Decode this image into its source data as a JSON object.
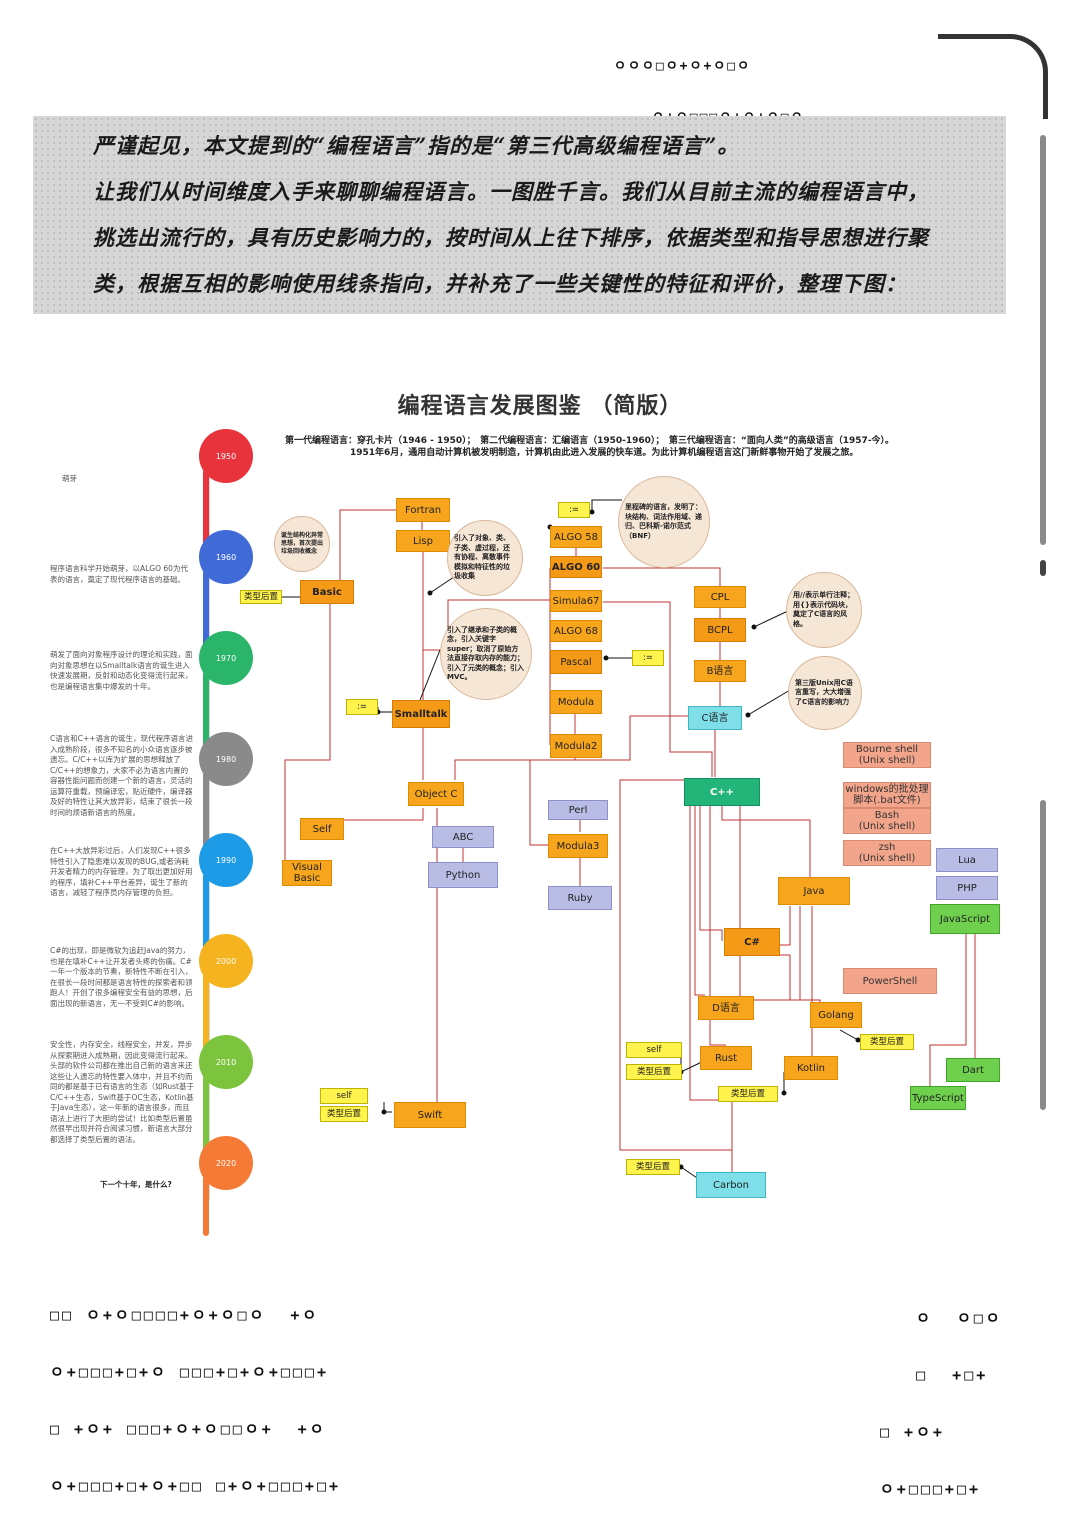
{
  "intro": {
    "lines": [
      "严谨起见，本文提到的“编程语言”指的是“第三代高级编程语言”。",
      "让我们从时间维度入手来聊聊编程语言。一图胜千言。我们从目前主流的编程语言中，",
      "挑选出流行的，具有历史影响力的，按时间从上往下排序，依据类型和指导思想进行聚",
      "类，根据互相的影响使用线条指向，并补充了一些关键性的特征和评价，整理下图："
    ]
  },
  "diagram": {
    "title": "编程语言发展图鉴 （简版）",
    "subtitle_line1": "第一代编程语言：穿孔卡片（1946 - 1950）；　第二代编程语言：汇编语言（1950-1960）；　第三代编程语言：“面向人类”的高级语言（1957-今）。",
    "subtitle_line2": "1951年6月，通用自动计算机被发明制造，计算机由此进入发展的快车道。为此计算机编程语言这门新鲜事物开始了发展之旅。",
    "years": [
      {
        "label": "1950",
        "color": "#e8323c"
      },
      {
        "label": "1960",
        "color": "#3f6ad8"
      },
      {
        "label": "1970",
        "color": "#2bb56a"
      },
      {
        "label": "1980",
        "color": "#8a8a8a"
      },
      {
        "label": "1990",
        "color": "#1d9be6"
      },
      {
        "label": "2000",
        "color": "#f5b41f"
      },
      {
        "label": "2010",
        "color": "#7cc43e"
      },
      {
        "label": "2020",
        "color": "#f57a35"
      }
    ],
    "eras": [
      "萌芽",
      "程序语言科学开始萌芽，以ALGO 60为代表的语言，奠定了现代程序语言的基础。",
      "萌发了面向对象程序设计的理论和实践，面向对象思想在以Smalltalk语言的诞生进入快速发展期，反射和动态化变得流行起来，也是编程语言集中爆发的十年。",
      "C语言和C++语言的诞生，现代程序语言进入成熟阶段，很多不知名的小众语言逐步被遗忘。C/C++以库为扩展的思想释放了C/C++的想象力，大家不必为语言内置的容器性能问题而创建一个新的语言，灵活的运算符重载，预编译宏，贴近硬件，编译器及好的特性让其大放异彩，结束了很长一段时间的烦语新语言的热度。",
      "在C++大放异彩过后，人们发现C++很多特性引入了隐患难以发现的BUG,或者消耗开发者精力的内存管理，为了取出更加好用的程序，填补C++平台差异，诞生了新的语言，减轻了程序员内存管理的负担。",
      "C#的出现，即是微软为追赶Java的努力，也是在填补C++让开发者头疼的伤痛。C#一年一个版本的节奏，新特性不断在引入，在很长一段时间都是语言特性的探索者和领跑人！开创了很多编程安全有益的思想，后面出现的新语言，无一不受到C#的影响。",
      "安全性，内存安全，线程安全，并发，异步从探索期进入成熟期，因此变得流行起来。头部的软件公司都在推出自己新的语言来还这些让人遗忘的特性要入体中，并且不约而同的都是基于已有语言的生态（如Rust基于C/C++生态，Swift基于OC生态，Kotlin基于Java生态），这一年新的语言很多，而且语法上进行了大胆的尝试！比如类型后置虽然很早出现并符合阅读习惯，新语言大部分都选择了类型后置的语法。",
      "下一个十年，是什么?"
    ],
    "nodes": {
      "fortran": "Fortran",
      "lisp": "Lisp",
      "basic": "Basic",
      "type_post_basic": "类型后置",
      "algo58": "ALGO 58",
      "algo60": "ALGO 60",
      "simula67": "Simula67",
      "algo68": "ALGO 68",
      "pascal": "Pascal",
      "modula": "Modula",
      "modula2": "Modula2",
      "assign_algo": ":=",
      "assign_pascal": ":=",
      "assign_smalltalk": ":=",
      "smalltalk": "Smalltalk",
      "cpl": "CPL",
      "bcpl": "BCPL",
      "b": "B语言",
      "c": "C语言",
      "bourne": "Bourne shell\n(Unix shell)",
      "windows_bat": "windows的批处理\n脚本(.bat文件)",
      "bash": "Bash\n(Unix shell)",
      "zsh": "zsh\n(Unix shell)",
      "powershell": "PowerShell",
      "objc": "Object C",
      "self": "Self",
      "vb": "Visual\nBasic",
      "abc": "ABC",
      "python": "Python",
      "perl": "Perl",
      "modula3": "Modula3",
      "ruby": "Ruby",
      "cpp": "C++",
      "java": "Java",
      "csharp": "C#",
      "d": "D语言",
      "golang": "Golang",
      "type_post_go": "类型后置",
      "rust": "Rust",
      "self_rust": "self",
      "type_post_rust": "类型后置",
      "kotlin": "Kotlin",
      "type_post_kotlin": "类型后置",
      "swift": "Swift",
      "self_swift": "self",
      "type_post_swift": "类型后置",
      "carbon": "Carbon",
      "type_post_carbon": "类型后置",
      "lua": "Lua",
      "php": "PHP",
      "javascript": "JavaScript",
      "dart": "Dart",
      "typescript": "TypeScript"
    },
    "notes": {
      "lisp_note": "诞生结构化异常思想，首次提出垃圾回收概念",
      "simula_note": "引入了对象、类、子类、虚过程，还有协程、离散事件模拟和特征性的垃圾收集",
      "algo_note": "里程碑的语言，发明了：块结构、词法作用域、递归、巴科斯-诺尔范式（BNF）",
      "bcpl_note": "用//表示单行注释；用{}表示代码块，奠定了C语言的风格。",
      "smalltalk_note": "引入了继承和子类的概念，引入关键字 super；取消了原始方法直接存取内存的能力；引入了元类的概念；引入MVC。",
      "c_note": "第三版Unix用C语言重写，大大增强了C语言的影响力"
    }
  },
  "icons": {
    "bottom_left_pattern": "square-circle-plus-pattern",
    "top_right_pattern": "square-circle-plus-pattern"
  }
}
